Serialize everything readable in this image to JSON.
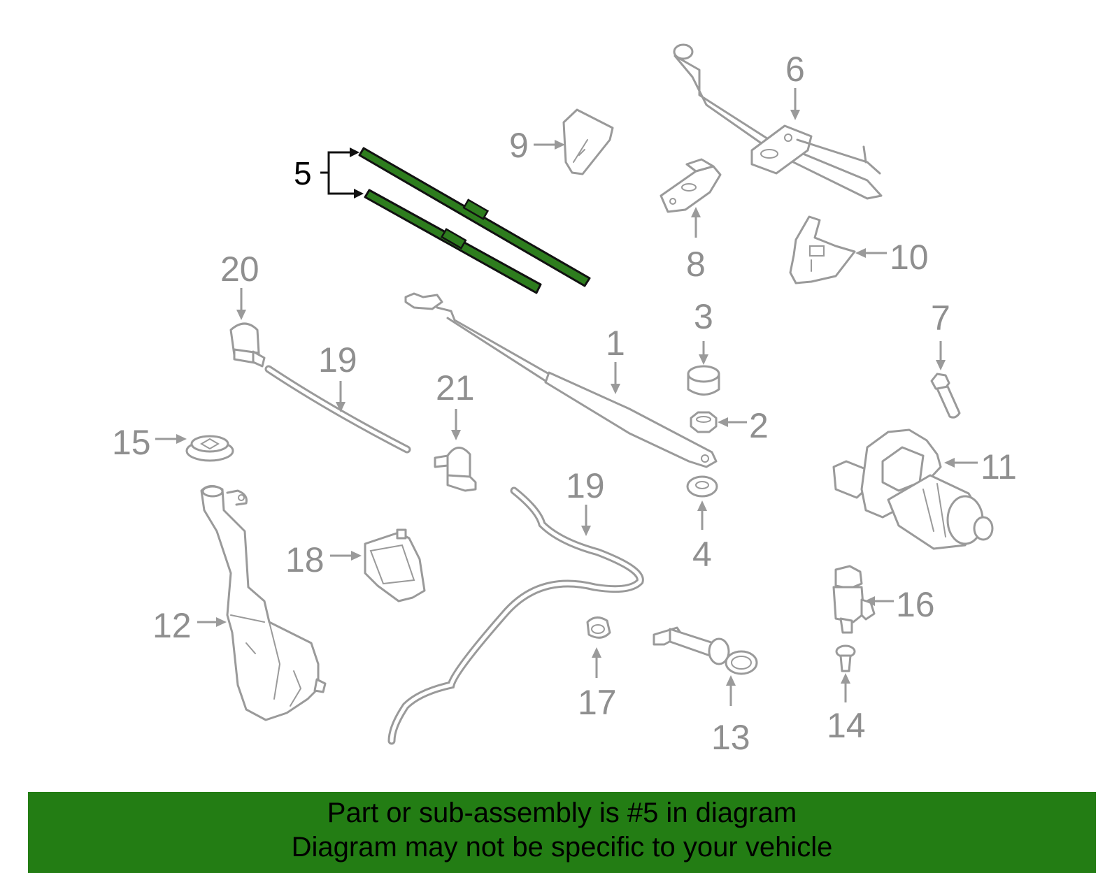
{
  "callouts": {
    "p1": "1",
    "p2": "2",
    "p3": "3",
    "p4": "4",
    "p5": "5",
    "p6": "6",
    "p7": "7",
    "p8": "8",
    "p9": "9",
    "p10": "10",
    "p11": "11",
    "p12": "12",
    "p13": "13",
    "p14": "14",
    "p15": "15",
    "p16": "16",
    "p17": "17",
    "p18": "18",
    "p19a": "19",
    "p19b": "19",
    "p20": "20",
    "p21": "21"
  },
  "highlight": {
    "part": "5",
    "color": "#2e7d1e"
  },
  "banner": {
    "line1": "Part or sub-assembly is #5 in diagram",
    "line2": "Diagram may not be specific to your vehicle",
    "background": "#237d14"
  }
}
